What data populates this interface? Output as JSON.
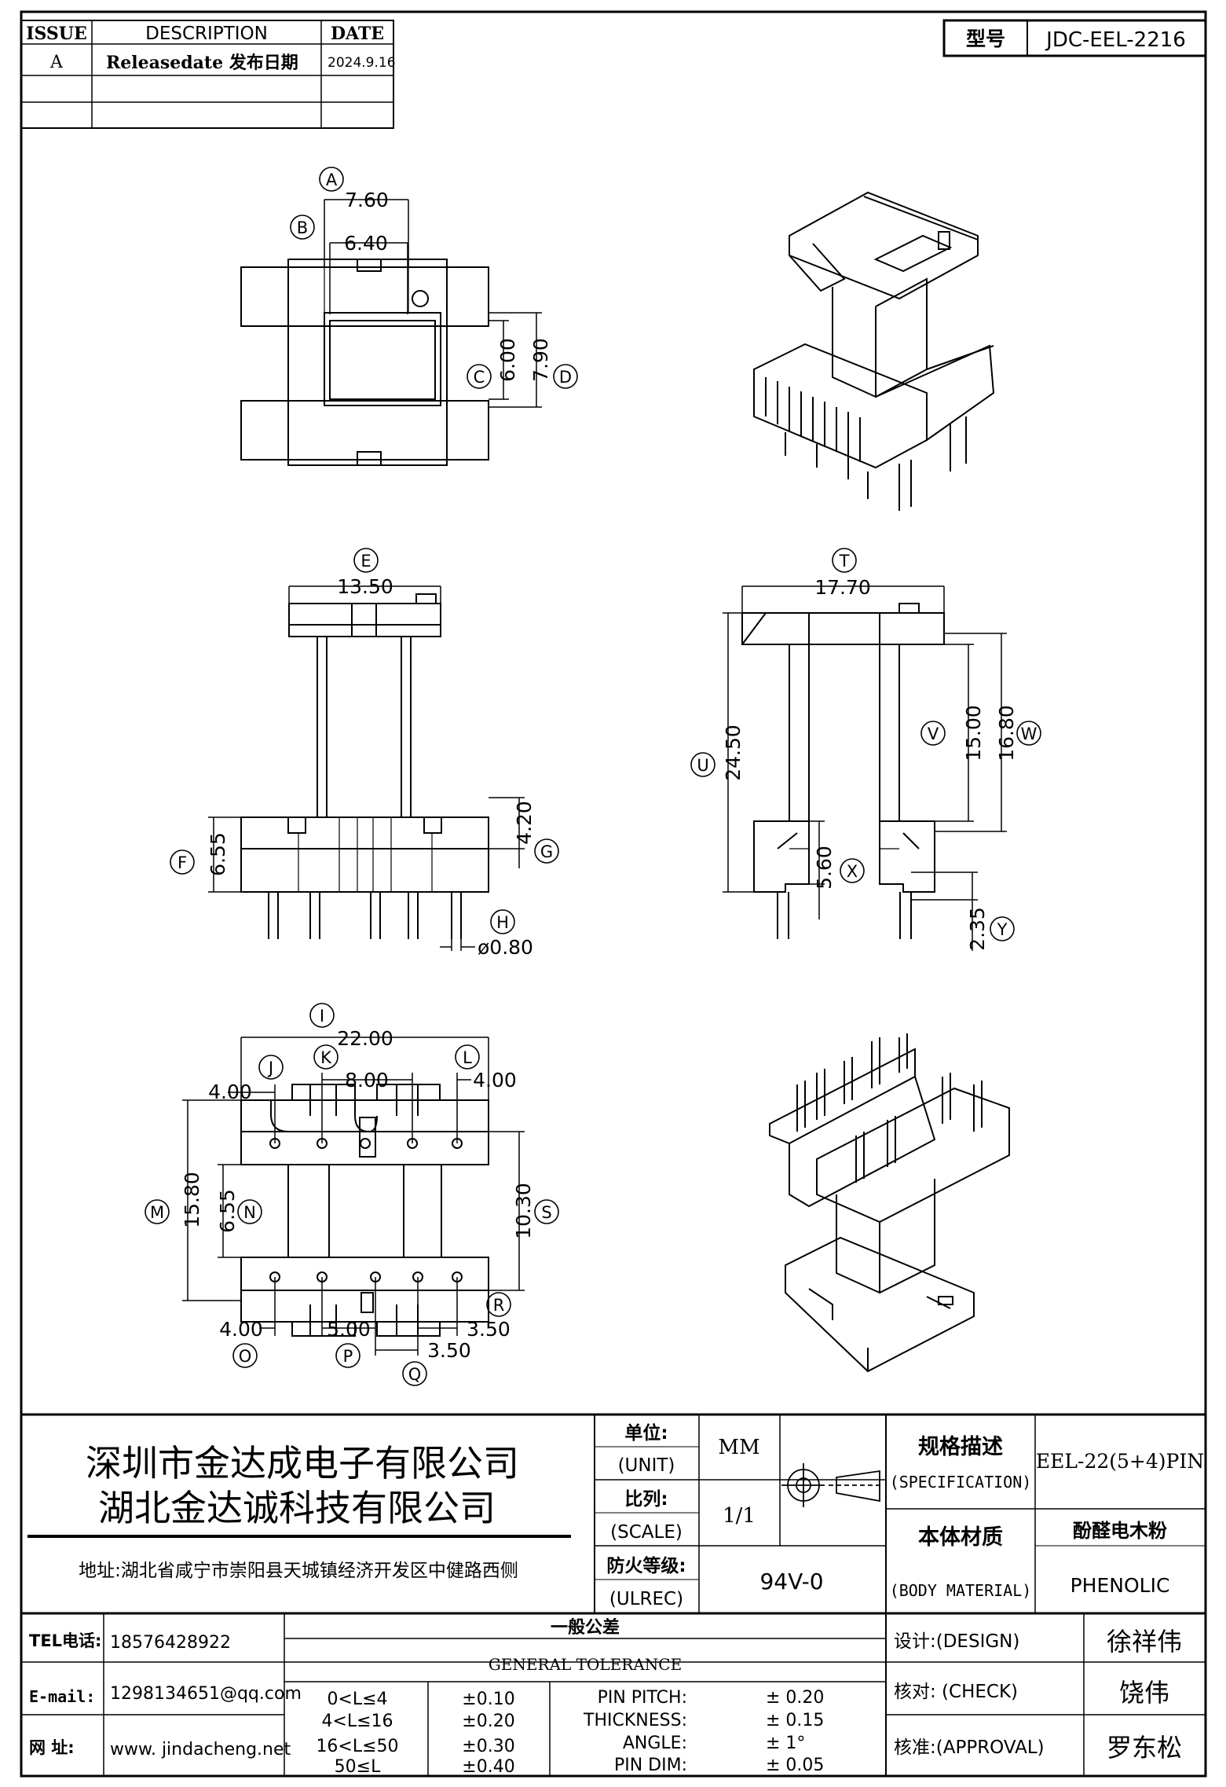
{
  "revision_table": {
    "headers": {
      "issue": "ISSUE",
      "description": "DESCRIPTION",
      "date": "DATE"
    },
    "rows": [
      {
        "issue": "A",
        "description": "Releasedate 发布日期",
        "date": "2024.9.16"
      }
    ]
  },
  "model": {
    "label": "型号",
    "value": "JDC-EEL-2216"
  },
  "views": {
    "top": {
      "dims": [
        "7.60",
        "6.40",
        "6.00",
        "7.90"
      ],
      "markers": [
        "A",
        "B",
        "C",
        "D"
      ]
    },
    "front": {
      "dims": [
        "13.50",
        "6.55",
        "4.20",
        "ø0.80"
      ],
      "markers": [
        "E",
        "F",
        "G",
        "H"
      ]
    },
    "side": {
      "dims": [
        "17.70",
        "24.50",
        "15.00",
        "16.80",
        "5.60",
        "2.35"
      ],
      "markers": [
        "T",
        "U",
        "V",
        "W",
        "X",
        "Y"
      ]
    },
    "bottom": {
      "dims": [
        "22.00",
        "4.00",
        "8.00",
        "4.00",
        "15.80",
        "6.55",
        "10.30",
        "4.00",
        "5.00",
        "3.50",
        "3.50"
      ],
      "markers": [
        "I",
        "J",
        "K",
        "L",
        "M",
        "N",
        "S",
        "O",
        "P",
        "R",
        "Q"
      ]
    }
  },
  "company": {
    "name_1": "深圳市金达成电子有限公司",
    "name_2": "湖北金达诚科技有限公司",
    "address": "地址:湖北省咸宁市崇阳县天城镇经济开发区中健路西侧"
  },
  "specs": {
    "unit_label_cn": "单位:",
    "unit_label_en": "(UNIT)",
    "unit_value": "MM",
    "scale_label_cn": "比列:",
    "scale_label_en": "(SCALE)",
    "scale_value": "1/1",
    "ulrec_label_cn": "防火等级:",
    "ulrec_label_en": "(ULREC)",
    "ulrec_value": "94V-0",
    "spec_label_cn": "规格描述",
    "spec_label_en": "(SPECIFICATION)",
    "spec_value": "EEL-22(5+4)PIN",
    "material_label_cn": "本体材质",
    "material_label_en": "(BODY MATERIAL)",
    "material_value_cn": "酚醛电木粉",
    "material_value_en": "PHENOLIC"
  },
  "contact": {
    "tel_label": "TEL电话:",
    "tel_value": "18576428922",
    "email_label": "E-mail:",
    "email_value": "1298134651@qq.com",
    "web_label": "网  址:",
    "web_value": "www. jindacheng.net"
  },
  "tolerance": {
    "title_cn": "一般公差",
    "title_en": "GENERAL TOLERANCE",
    "ranges": [
      {
        "range": "0<L≤4",
        "tol": "±0.10"
      },
      {
        "range": "4<L≤16",
        "tol": "±0.20"
      },
      {
        "range": "16<L≤50",
        "tol": "±0.30"
      },
      {
        "range": "50≤L",
        "tol": "±0.40"
      }
    ],
    "items": [
      {
        "label": "PIN PITCH:",
        "tol": "±  0.20"
      },
      {
        "label": "THICKNESS:",
        "tol": "±  0.15"
      },
      {
        "label": "ANGLE:",
        "tol": "±  1°"
      },
      {
        "label": "PIN DIM:",
        "tol": "±  0.05"
      }
    ]
  },
  "signoff": {
    "design_label": "设计:(DESIGN)",
    "design_value": "徐祥伟",
    "check_label": "核对: (CHECK)",
    "check_value": "饶伟",
    "approval_label": "核准:(APPROVAL)",
    "approval_value": "罗东松"
  }
}
